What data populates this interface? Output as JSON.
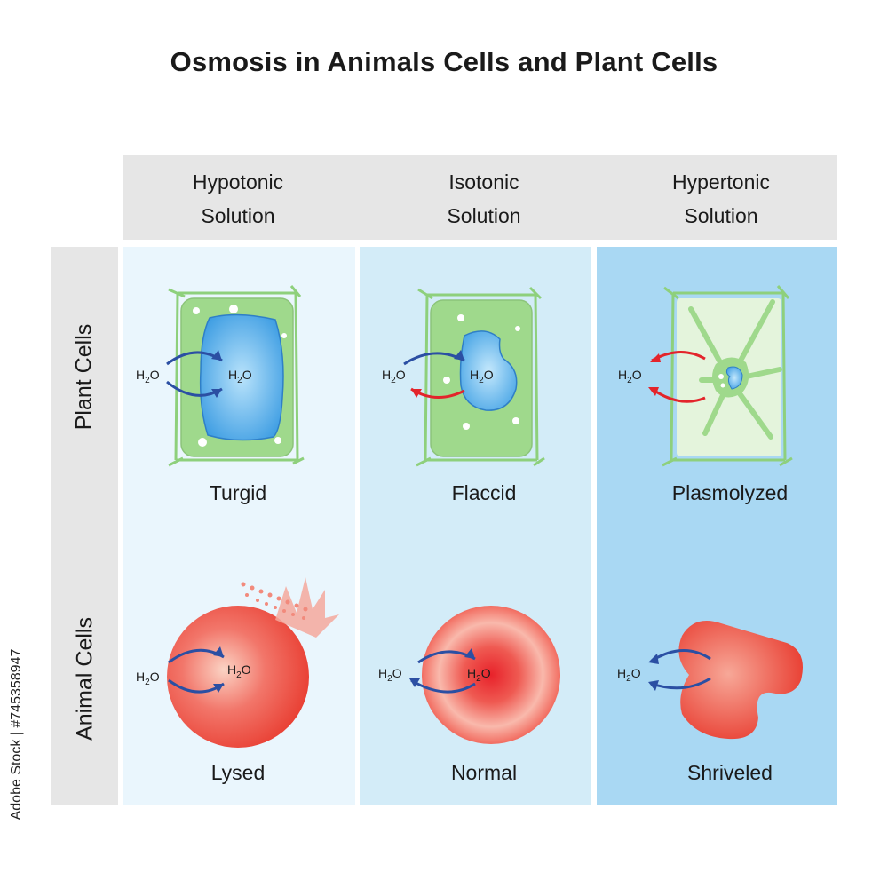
{
  "title": "Osmosis in Animals Cells and Plant Cells",
  "columns": [
    {
      "line1": "Hypotonic",
      "line2": "Solution"
    },
    {
      "line1": "Isotonic",
      "line2": "Solution"
    },
    {
      "line1": "Hypertonic",
      "line2": "Solution"
    }
  ],
  "rows": [
    "Plant Cells",
    "Animal Cells"
  ],
  "plant_states": [
    "Turgid",
    "Flaccid",
    "Plasmolyzed"
  ],
  "animal_states": [
    "Lysed",
    "Normal",
    "Shriveled"
  ],
  "water_label": "H",
  "water_sub": "2",
  "water_o": "O",
  "credit": "Adobe Stock | #745358947",
  "colors": {
    "hypotonic_bg": "#eaf6fd",
    "isotonic_bg": "#d3ecf8",
    "hypertonic_bg": "#a9d8f3",
    "influx_arrow": "#2b4fa3",
    "efflux_arrow": "#e3242b"
  }
}
